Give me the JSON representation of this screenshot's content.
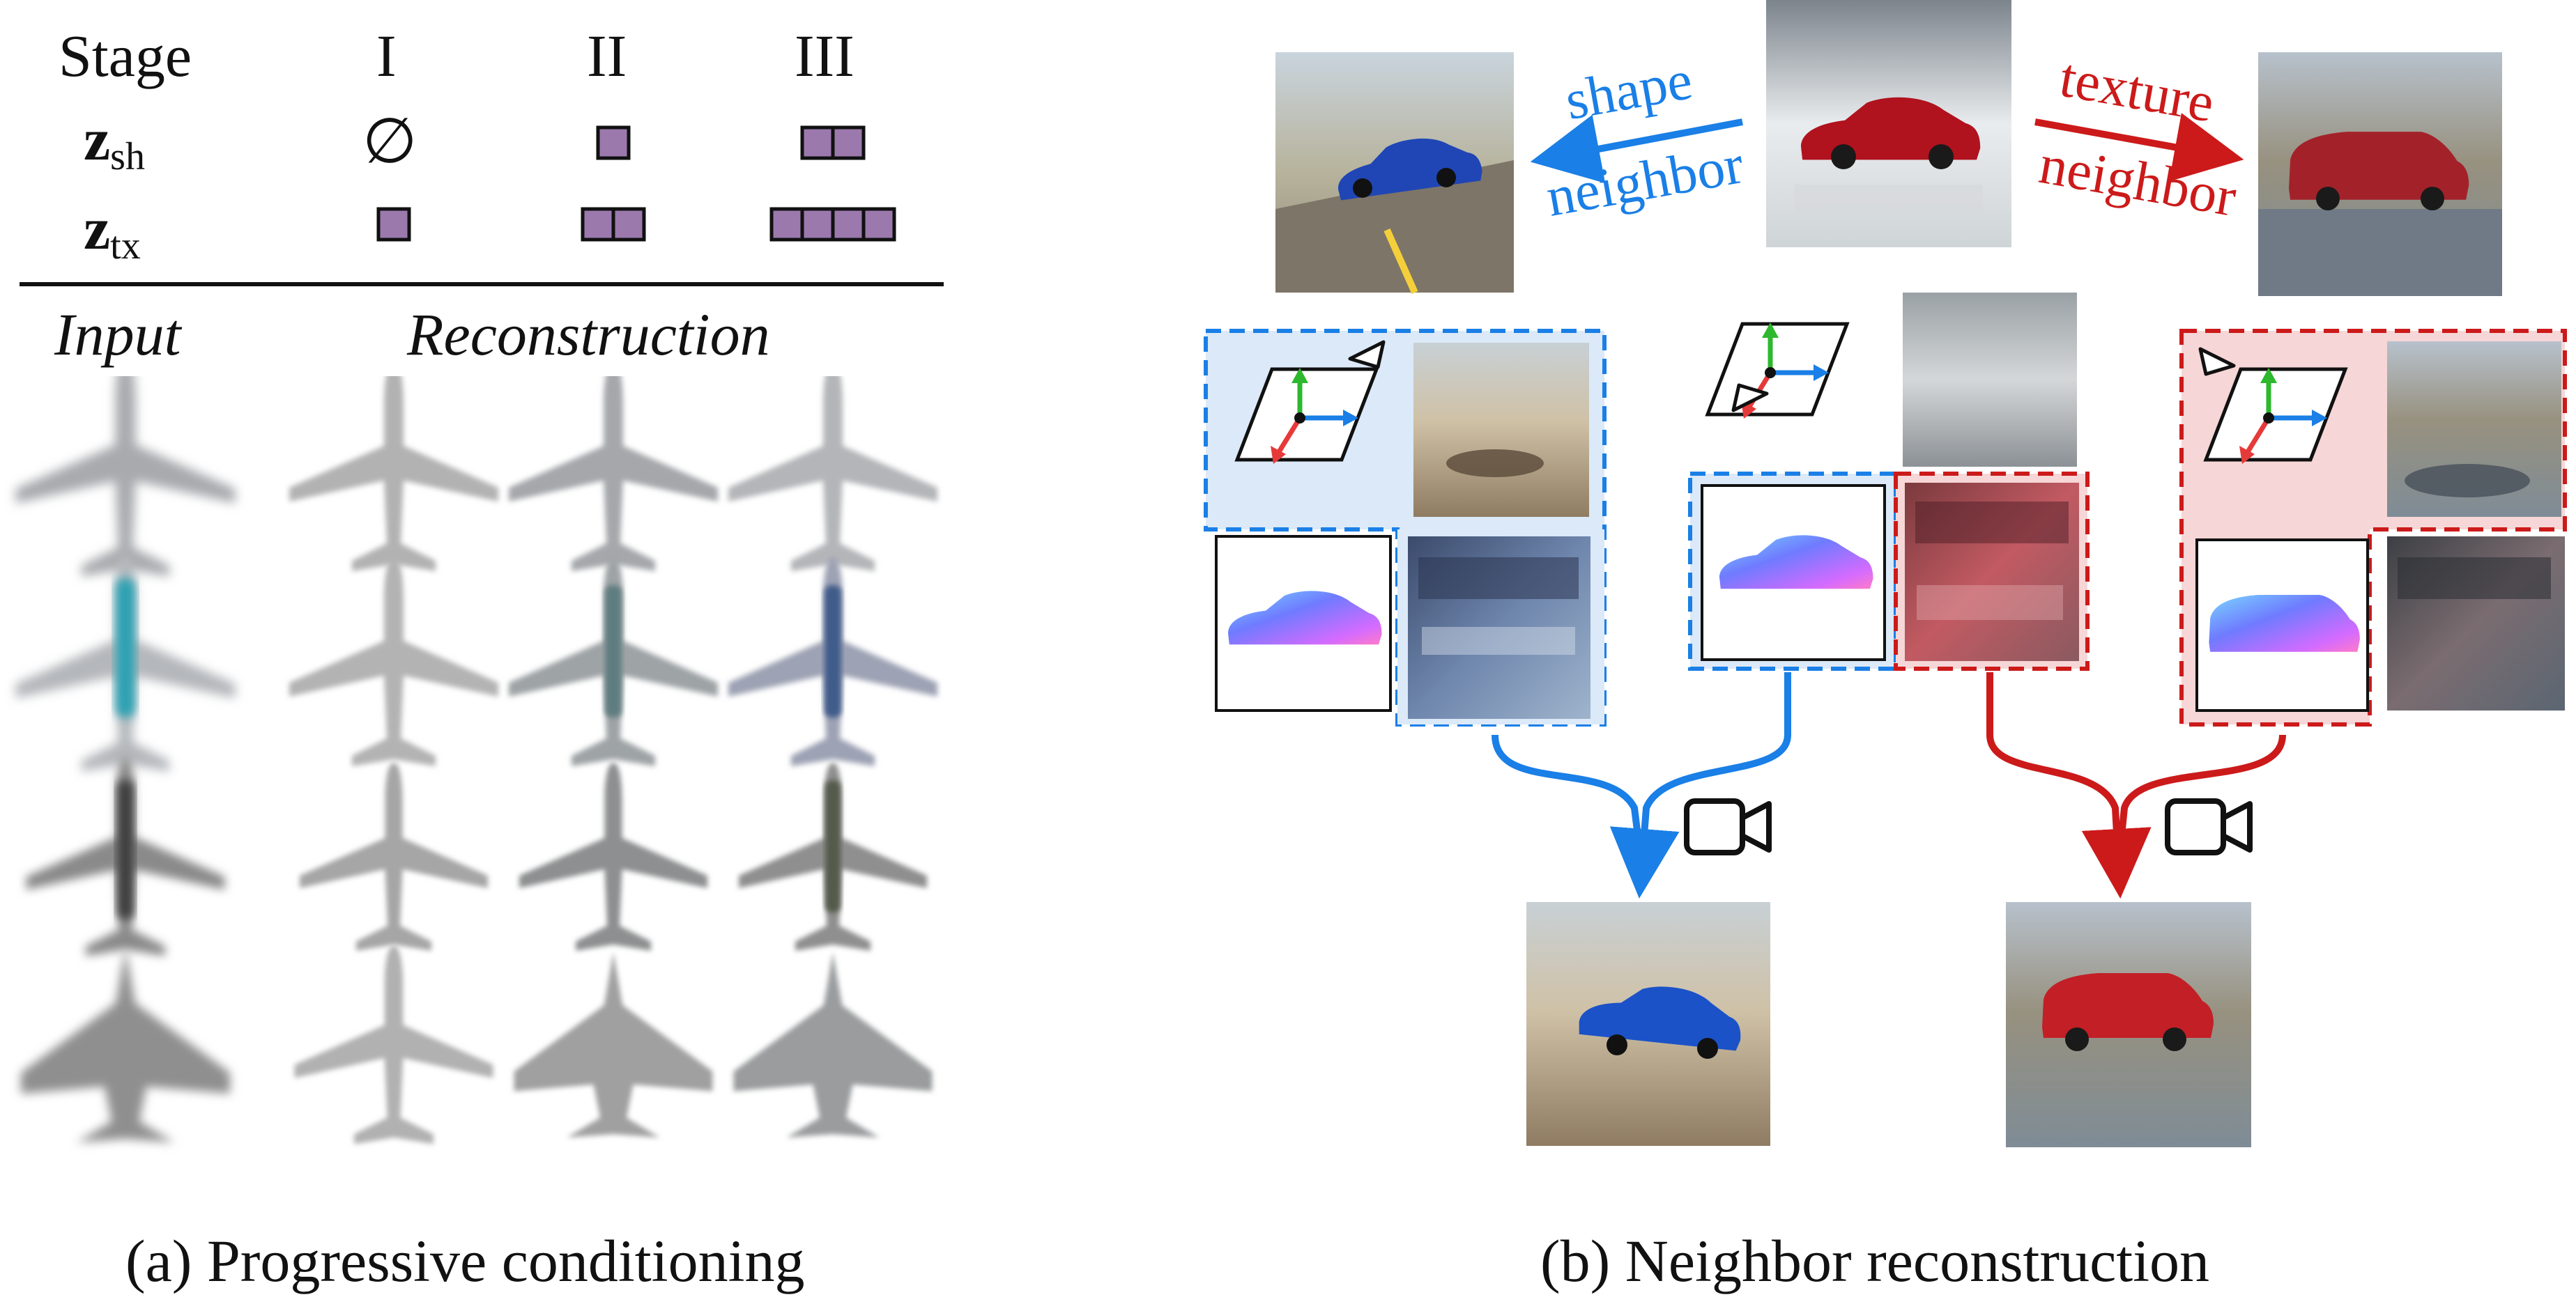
{
  "panel_a": {
    "header": {
      "stage": "Stage",
      "stage_1": "I",
      "stage_2": "II",
      "stage_3": "III"
    },
    "rows": {
      "zsh_main": "z",
      "zsh_sub": "sh",
      "ztx_main": "z",
      "ztx_sub": "tx",
      "empty_set": "∅"
    },
    "blocks": {
      "zsh": [
        0,
        1,
        2
      ],
      "ztx": [
        1,
        2,
        4
      ],
      "color": "#9b79ad"
    },
    "col_input": "Input",
    "col_recon": "Reconstruction",
    "caption": "(a) Progressive conditioning"
  },
  "panel_b": {
    "shape_label_1": "shape",
    "shape_label_2": "neighbor",
    "texture_label_1": "texture",
    "texture_label_2": "neighbor",
    "caption": "(b) Neighbor reconstruction",
    "colors": {
      "shape": "#1a7fe6",
      "texture": "#cc1a1a"
    }
  }
}
